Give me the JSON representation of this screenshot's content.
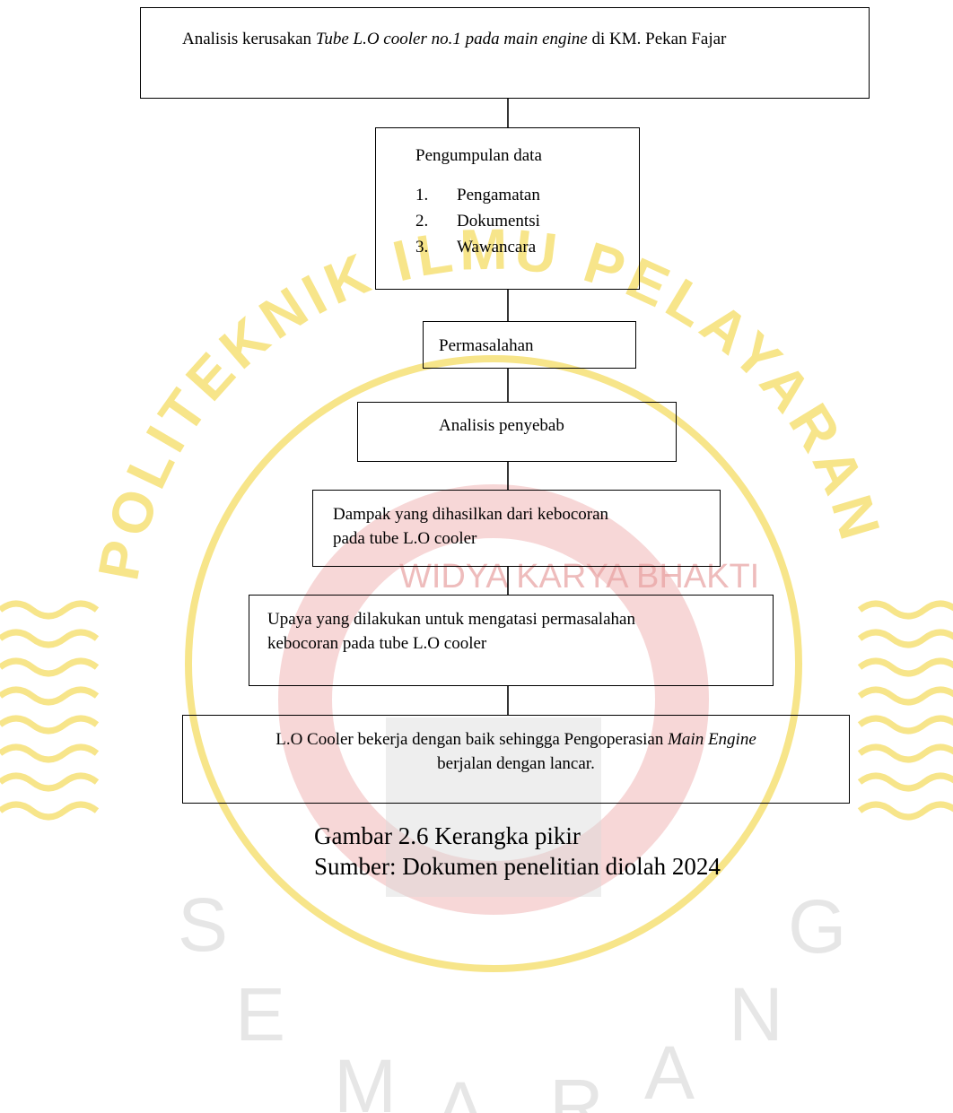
{
  "watermark": {
    "arc_top": "POLITEKNIK ILMU PELAYARAN",
    "motto": "WIDYA  KARYA  BHAKTI",
    "city_letters": [
      "S",
      "E",
      "M",
      "A",
      "R",
      "A",
      "N",
      "G"
    ],
    "colors": {
      "yellow": "#f7e58a",
      "red": "#f0b6b6",
      "gray": "#cfcfcf"
    }
  },
  "flowchart": {
    "box1": {
      "prefix": "Analisis kerusakan ",
      "italic": "Tube L.O cooler no.1 pada main engine",
      "suffix": " di KM. Pekan Fajar"
    },
    "box2": {
      "title": "Pengumpulan data",
      "items": [
        {
          "num": "1.",
          "text": "Pengamatan"
        },
        {
          "num": "2.",
          "text": "Dokumentsi"
        },
        {
          "num": "3.",
          "text": "Wawancara"
        }
      ]
    },
    "box3": "Permasalahan",
    "box4": "Analisis penyebab",
    "box5": {
      "line1": "Dampak yang dihasilkan dari kebocoran",
      "line2": "pada tube L.O cooler"
    },
    "box6": {
      "line1": "Upaya yang dilakukan untuk mengatasi permasalahan",
      "line2": "kebocoran pada tube L.O cooler"
    },
    "box7": {
      "prefix": "L.O Cooler bekerja dengan baik sehingga Pengoperasian ",
      "italic": "Main Engine",
      "line2": "berjalan dengan lancar."
    }
  },
  "caption": {
    "line1": "Gambar 2.6 Kerangka pikir",
    "line2": "Sumber: Dokumen penelitian diolah 2024"
  }
}
